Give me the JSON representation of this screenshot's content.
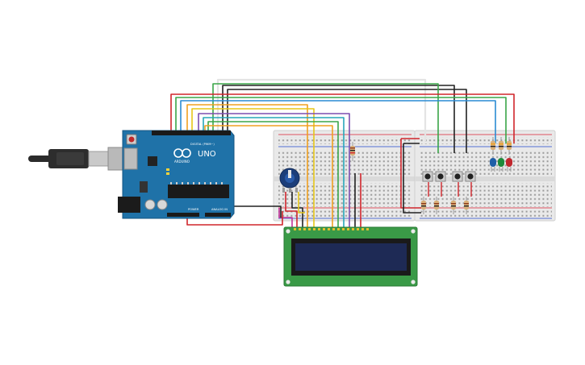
{
  "arduino": {
    "logo_text": "ARDUINO",
    "model": "UNO",
    "digital_header": "DIGITAL (PWM~)",
    "power_header": "POWER",
    "analog_header": "ANALOG IN"
  },
  "leds": [
    {
      "color_name": "blue",
      "color": "#1f5fa8"
    },
    {
      "color_name": "green",
      "color": "#1d8a3a"
    },
    {
      "color_name": "red",
      "color": "#c0272d"
    }
  ],
  "wire_colors": {
    "red": "#d0262c",
    "black": "#222222",
    "white": "#e6e6e6",
    "green": "#3aa548",
    "blue": "#2a8bd3",
    "orange": "#f0a020",
    "yellow": "#e6c619",
    "purple": "#7b4fb0",
    "teal": "#27a7b9"
  },
  "colors": {
    "arduino_board": "#1f72a8",
    "breadboard": "#ececec",
    "lcd_pcb": "#3a9a47",
    "lcd_screen": "#1e2a55",
    "usb_cable": "#2b2b2b"
  }
}
